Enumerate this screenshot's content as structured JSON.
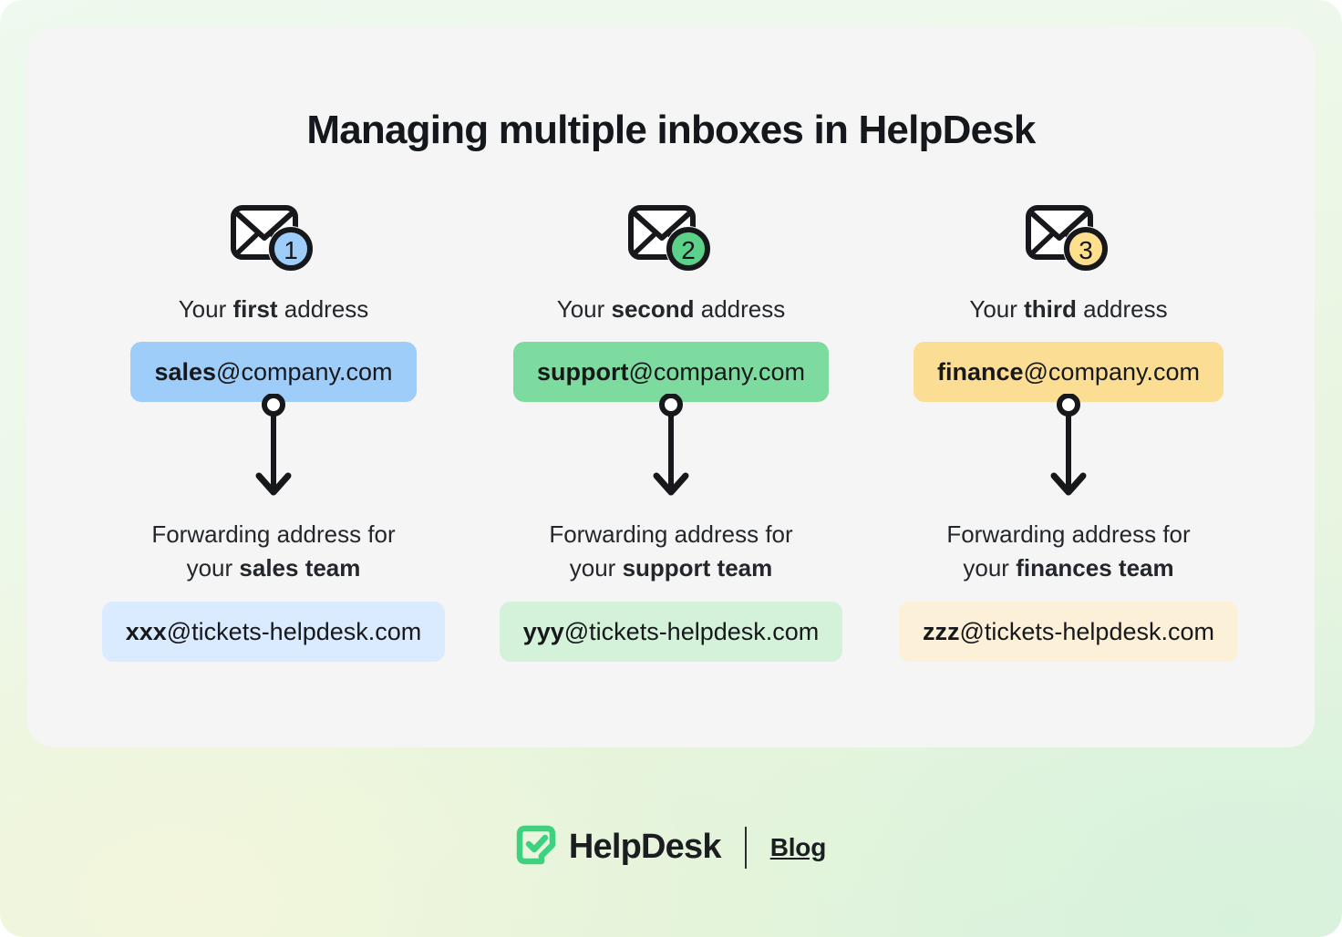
{
  "title": "Managing multiple inboxes in HelpDesk",
  "colors": {
    "card_bg": "#f5f5f6",
    "ink": "#14181c",
    "badge_blue": "#9ecdfa",
    "badge_green": "#5cd189",
    "badge_yellow": "#fddf8e",
    "pill_blue": "#9ecdfa",
    "pill_green": "#7ddb9f",
    "pill_yellow": "#fbdd93",
    "pill_blue_light": "#daeaff",
    "pill_green_light": "#d3f2d9",
    "pill_yellow_light": "#fdf0d9",
    "brand_green": "#3ed180"
  },
  "columns": [
    {
      "badge_number": "1",
      "badge_color": "#9ecdfa",
      "icon": "envelope-icon",
      "label_prefix": "Your ",
      "label_strong": "first",
      "label_suffix": " address",
      "source_user": "sales",
      "source_domain": "@company.com",
      "source_pill_color": "#9ecdfa",
      "arrow": "down-arrow-icon",
      "forward_line1": "Forwarding address for",
      "forward_line2_prefix": "your ",
      "forward_line2_strong": "sales team",
      "target_user": "xxx",
      "target_domain": "@tickets-helpdesk.com",
      "target_pill_color": "#daeaff"
    },
    {
      "badge_number": "2",
      "badge_color": "#5cd189",
      "icon": "envelope-icon",
      "label_prefix": "Your ",
      "label_strong": "second",
      "label_suffix": " address",
      "source_user": "support",
      "source_domain": "@company.com",
      "source_pill_color": "#7ddb9f",
      "arrow": "down-arrow-icon",
      "forward_line1": "Forwarding address for",
      "forward_line2_prefix": "your ",
      "forward_line2_strong": "support team",
      "target_user": "yyy",
      "target_domain": "@tickets-helpdesk.com",
      "target_pill_color": "#d3f2d9"
    },
    {
      "badge_number": "3",
      "badge_color": "#fddf8e",
      "icon": "envelope-icon",
      "label_prefix": "Your ",
      "label_strong": "third",
      "label_suffix": " address",
      "source_user": "finance",
      "source_domain": "@company.com",
      "source_pill_color": "#fbdd93",
      "arrow": "down-arrow-icon",
      "forward_line1": "Forwarding address for",
      "forward_line2_prefix": "your ",
      "forward_line2_strong": "finances team",
      "target_user": "zzz",
      "target_domain": "@tickets-helpdesk.com",
      "target_pill_color": "#fdf0d9"
    }
  ],
  "footer": {
    "logo_icon": "helpdesk-logo-icon",
    "brand_name": "HelpDesk",
    "blog_label": "Blog"
  }
}
